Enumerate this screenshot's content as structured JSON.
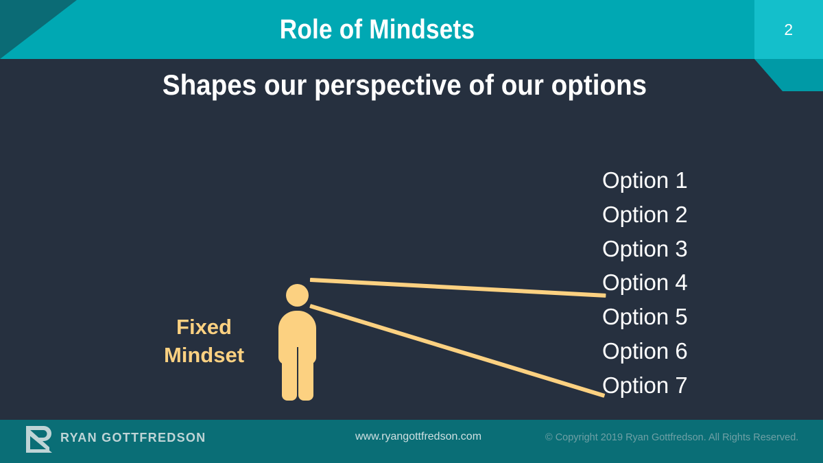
{
  "slide": {
    "title": "Role of Mindsets",
    "page_number": "2",
    "subtitle": "Shapes our perspective of our options"
  },
  "diagram": {
    "persona_label": "Fixed\nMindset",
    "persona_label_line1": "Fixed",
    "persona_label_line2": "Mindset",
    "person_icon": "person-figure-icon",
    "visible_option_lines": 2,
    "options": [
      "Option 1",
      "Option 2",
      "Option 3",
      "Option 4",
      "Option 5",
      "Option 6",
      "Option 7"
    ]
  },
  "footer": {
    "brand": "RYAN GOTTFREDSON",
    "logo_icon": "rg-monogram-logo",
    "url": "www.ryangottfredson.com",
    "copyright": "© Copyright 2019   Ryan Gottfredson. All Rights Reserved."
  },
  "colors": {
    "background": "#26303f",
    "header_teal": "#00a8b3",
    "header_corner_dark": "#0b6b75",
    "page_block_teal": "#14bfcb",
    "tab_accent_teal": "#009aa6",
    "footer_teal": "#0a6e76",
    "accent_yellow": "#fcd181",
    "text_white": "#ffffff",
    "footer_text": "#cfe0e2",
    "footer_muted": "#6fa0a5"
  }
}
